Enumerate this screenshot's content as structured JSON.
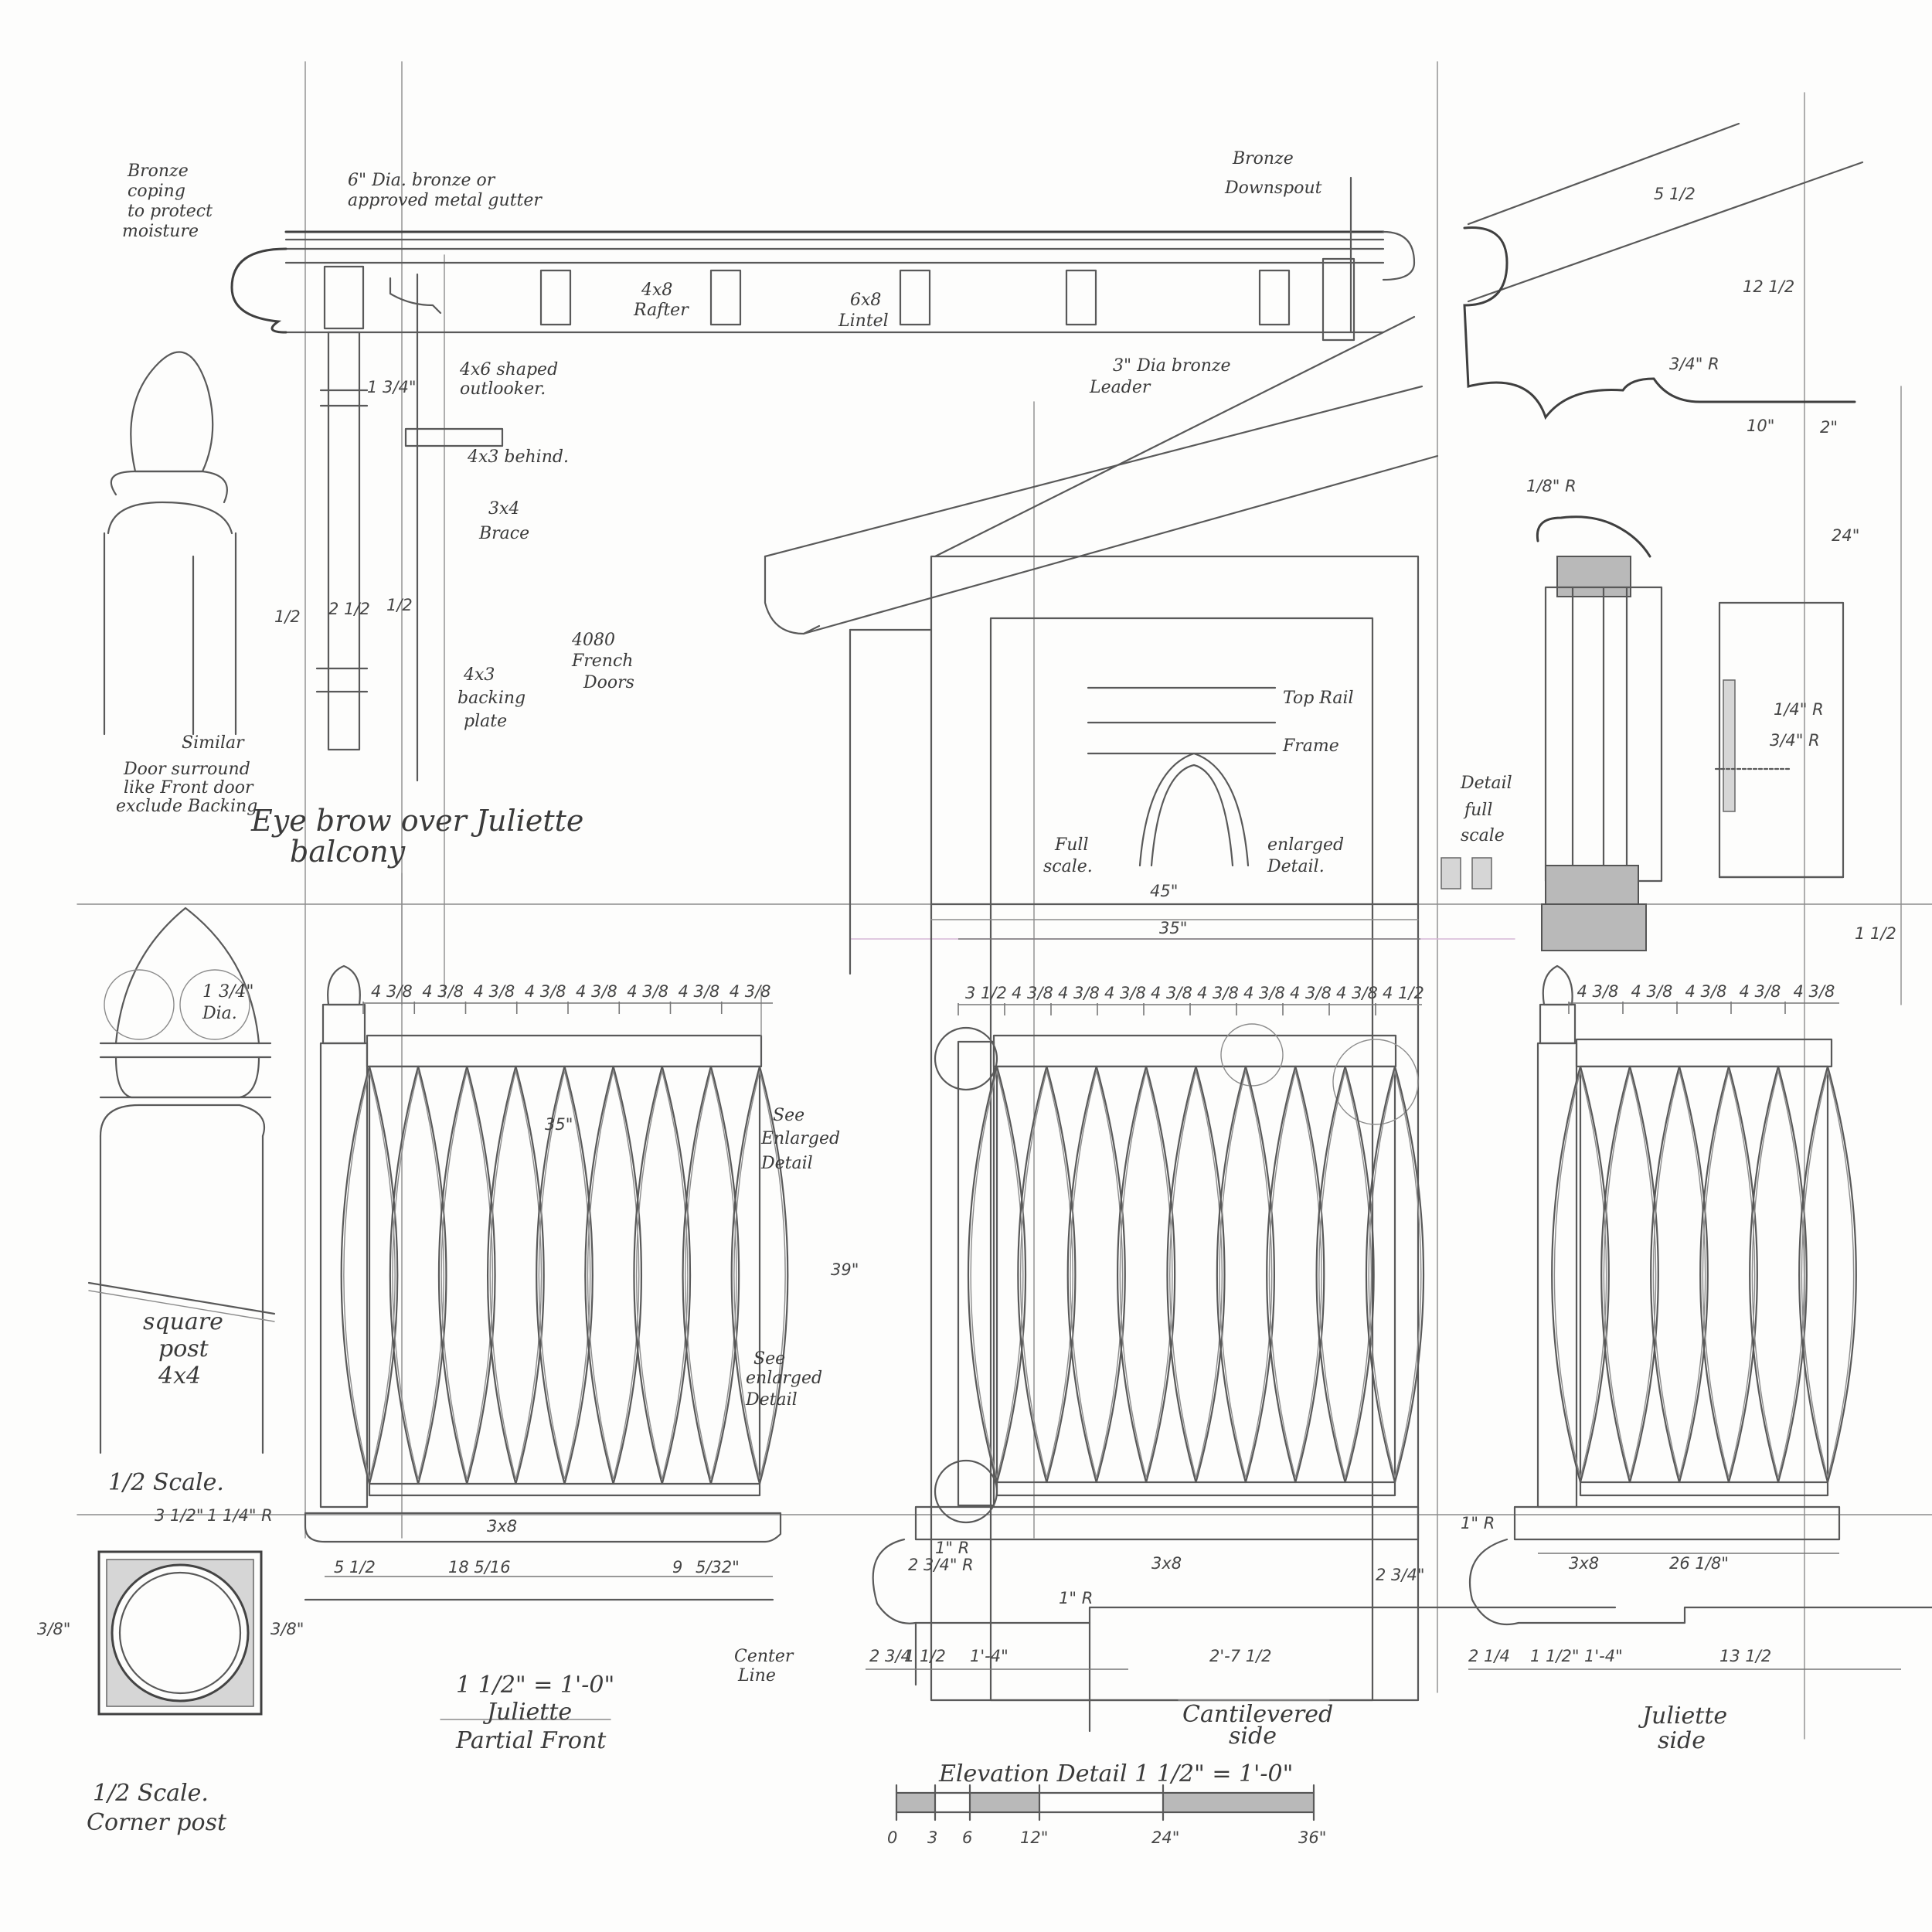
{
  "top_notes": {
    "bronze_coping": [
      "Bronze",
      "coping",
      "to protect",
      "moisture"
    ],
    "gutter": [
      "6\" Dia. bronze or",
      "approved metal gutter"
    ],
    "downspout": [
      "Bronze",
      "Downspout"
    ],
    "rafter": [
      "4x8",
      "Rafter"
    ],
    "lintel": [
      "6x8",
      "Lintel"
    ],
    "outlooker": [
      "4x6 shaped",
      "outlooker."
    ],
    "leader": [
      "3\" Dia bronze",
      "Leader"
    ],
    "behind": "4x3 behind.",
    "brace": [
      "3x4",
      "Brace"
    ],
    "french_doors": [
      "4080",
      "French",
      "Doors"
    ],
    "backing": [
      "4x3",
      "backing",
      "plate"
    ],
    "similar": [
      "Similar",
      "Door surround",
      "like Front door",
      "exclude Backing"
    ],
    "eyebrow": [
      "Eye brow over Juliette",
      "balcony"
    ]
  },
  "detail_notes": {
    "top_rail": "Top Rail",
    "frame": "Frame",
    "full_scale": [
      "Full",
      "scale."
    ],
    "enlarged": [
      "enlarged",
      "Detail."
    ],
    "detail_full": [
      "Detail",
      "full",
      "scale"
    ],
    "see_enlarged_1": [
      "See",
      "Enlarged",
      "Detail"
    ],
    "see_enlarged_2": [
      "See",
      "enlarged",
      "Detail"
    ],
    "center_line": [
      "Center",
      "Line"
    ],
    "square_post": [
      "square",
      "post",
      "4x4"
    ],
    "half_scale_top": "1/2 Scale.",
    "half_scale_bottom": [
      "1/2 Scale.",
      "Corner post"
    ],
    "dia": [
      "1 3/4\"",
      "Dia."
    ]
  },
  "titles": {
    "partial_front": [
      "1 1/2\" = 1'-0\"",
      "Juliette",
      "Partial Front"
    ],
    "cantilevered": [
      "Cantilevered",
      "side"
    ],
    "juliette_side": [
      "Juliette",
      "side"
    ],
    "elevation": "Elevation Detail 1 1/2\" = 1'-0\""
  },
  "scale_bar": {
    "ticks": [
      "0",
      "3",
      "6",
      "12\"",
      "24\"",
      "36\""
    ]
  },
  "dims": {
    "rail_left_spacing": [
      "4 3/8",
      "4 3/8",
      "4 3/8",
      "4 3/8",
      "4 3/8",
      "4 3/8",
      "4 3/8",
      "4 3/8"
    ],
    "rail_mid_spacing": [
      "3 1/2",
      "4 3/8",
      "4 3/8",
      "4 3/8",
      "4 3/8",
      "4 3/8",
      "4 3/8",
      "4 3/8",
      "4 3/8",
      "4 1/2"
    ],
    "rail_right_spacing": [
      "4 3/8",
      "4 3/8",
      "4 3/8",
      "4 3/8",
      "4 3/8"
    ],
    "width_35_a": "35\"",
    "width_35_b": "35\"",
    "width_45": "45\"",
    "height_39": "39\"",
    "height_24": "24\"",
    "bottom_left": [
      "5 1/2",
      "18 5/16",
      "9",
      "5/32\""
    ],
    "bottom_3x8_a": "3x8",
    "bottom_3x8_b": "3x8",
    "bottom_3x8_c": "3x8",
    "bottom_mid": [
      "2 3/4",
      "1 1/2",
      "1'-4\"",
      "2'-7 1/2",
      "2 3/4\""
    ],
    "bottom_right": [
      "2 1/4",
      "1 1/2\"",
      "1'-4\"",
      "13 1/2",
      "26 1/8\""
    ],
    "radius_1": "1\" R",
    "radius_2": "2 3/4\" R",
    "radius_3": "1\" R",
    "radius_4": "1\" R",
    "corner_post": [
      "3 1/2\"",
      "1 1/4\" R",
      "3/8\"",
      "3/8\""
    ],
    "fr_top": [
      "5 1/2",
      "12 1/2",
      "3/4\" R",
      "10\"",
      "2\"",
      "1/8\" R",
      "1/4\" R",
      "3/4\" R",
      "1 1/2"
    ],
    "left_post": [
      "1/2",
      "2 1/2",
      "1/2",
      "1 3/4\""
    ]
  }
}
